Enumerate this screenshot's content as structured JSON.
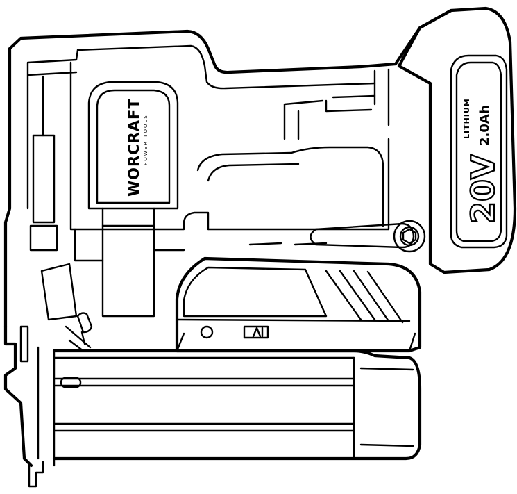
{
  "figure": {
    "brand": "WORCRAFT",
    "brand_tagline": "POWER TOOLS",
    "battery": {
      "voltage": "20V",
      "chemistry": "LITHIUM",
      "capacity": "2.0Ah"
    }
  },
  "colors": {
    "line": "#000000",
    "background": "#ffffff"
  }
}
